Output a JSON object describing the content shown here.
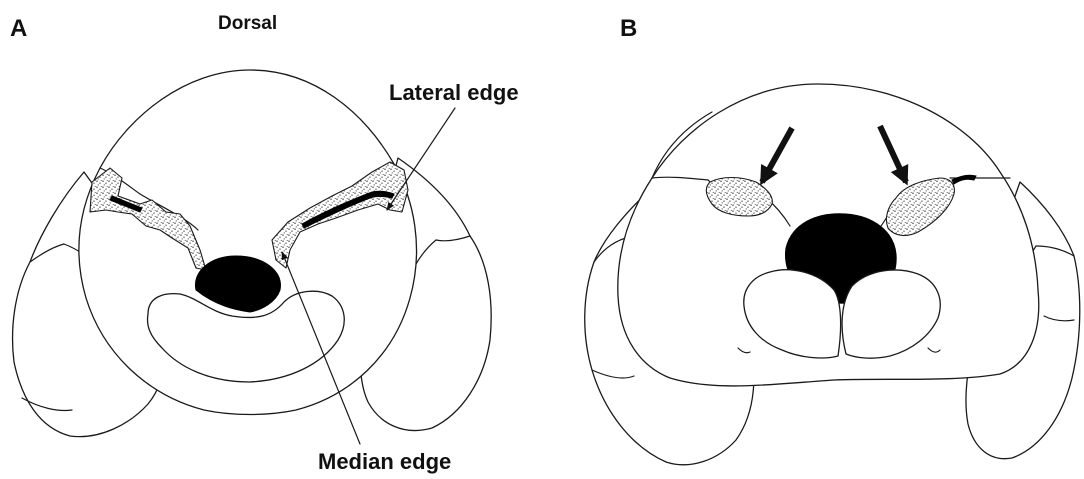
{
  "panels": [
    {
      "label": "A",
      "orientation": "Dorsal",
      "annotations": [
        "Lateral edge",
        "Median edge"
      ]
    },
    {
      "label": "B"
    }
  ],
  "colors": {
    "line": "#1a1a1a",
    "fill": "#ffffff",
    "opening": "#000000"
  }
}
